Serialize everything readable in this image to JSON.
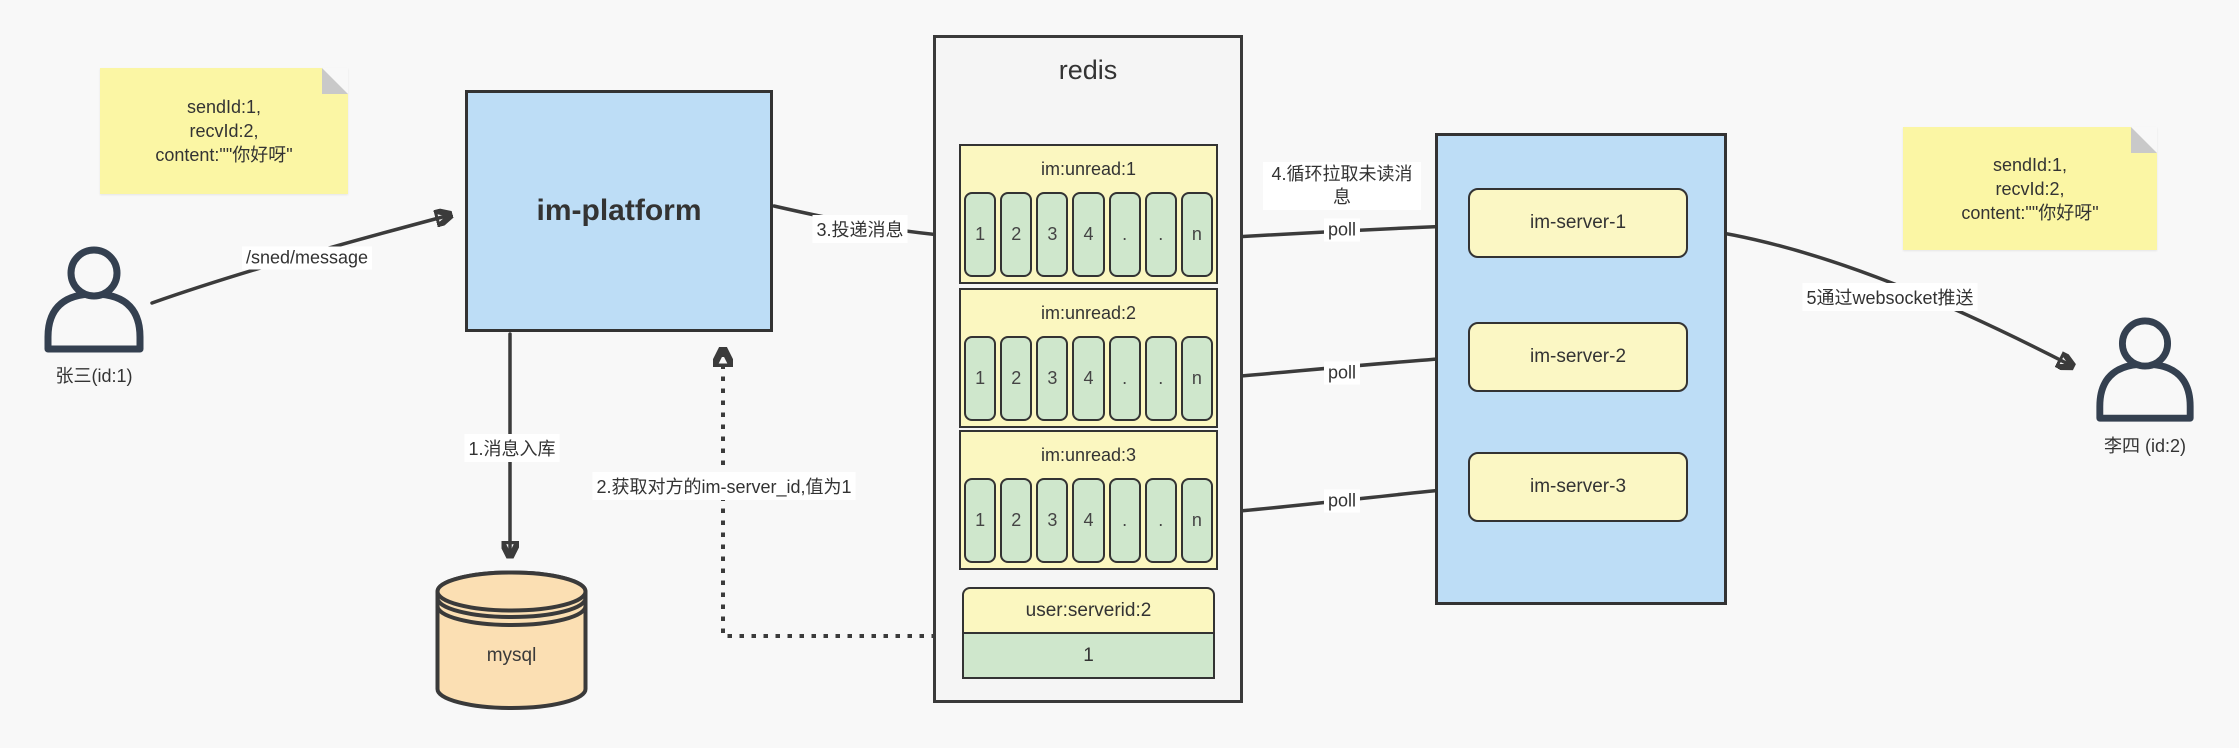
{
  "page": {
    "background": "#f8f8f8"
  },
  "colors": {
    "container_blue": "#bdddf6",
    "note_yellow": "#fbf6a4",
    "box_yellow": "#fbf7c0",
    "cell_green": "#cfe7cc",
    "db_peach": "#fbdfb3",
    "panel_gray": "#f5f5f5",
    "stroke": "#3b3b3b"
  },
  "sender": {
    "label": "张三(id:1)",
    "note_lines": [
      "sendId:1,",
      "recvId:2,",
      "content:\"\"你好呀\""
    ]
  },
  "receiver": {
    "label": "李四 (id:2)",
    "note_lines": [
      "sendId:1,",
      "recvId:2,",
      "content:\"\"你好呀\""
    ]
  },
  "platform": {
    "label": "im-platform"
  },
  "database": {
    "label": "mysql"
  },
  "redis": {
    "title": "redis",
    "queues": [
      {
        "name": "im:unread:1",
        "cells": [
          "1",
          "2",
          "3",
          "4",
          ".",
          ".",
          "n"
        ]
      },
      {
        "name": "im:unread:2",
        "cells": [
          "1",
          "2",
          "3",
          "4",
          ".",
          ".",
          "n"
        ]
      },
      {
        "name": "im:unread:3",
        "cells": [
          "1",
          "2",
          "3",
          "4",
          ".",
          ".",
          "n"
        ]
      }
    ],
    "mapping": {
      "key": "user:serverid:2",
      "value": "1"
    }
  },
  "servers": [
    {
      "label": "im-server-1"
    },
    {
      "label": "im-server-2"
    },
    {
      "label": "im-server-3"
    }
  ],
  "edge_labels": {
    "send": "/sned/message",
    "store": "1.消息入库",
    "fetch": "2.获取对方的im-server_id,值为1",
    "deliver": "3.投递消息",
    "pull": "4.循环拉取未读消息",
    "poll": "poll",
    "push": "5通过websocket推送"
  }
}
